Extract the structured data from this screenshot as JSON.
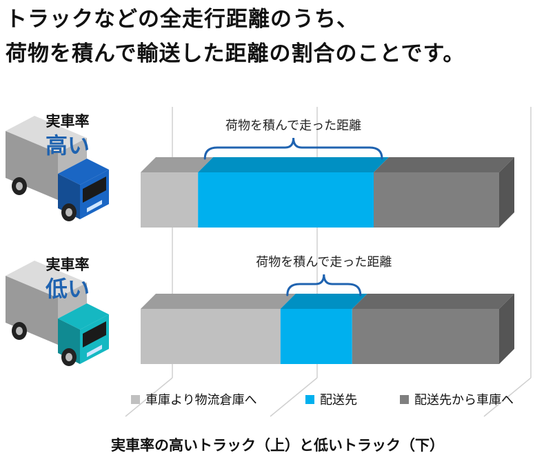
{
  "heading": {
    "line1": "トラックなどの全走行距離のうち、",
    "line2": "荷物を積んで輸送した距離の割合のことです。"
  },
  "caption": "実車率の高いトラック（上）と低いトラック（下）",
  "trucks": [
    {
      "label": "実車率",
      "level": "高い",
      "cab_color": "#1a66c4"
    },
    {
      "label": "実車率",
      "level": "低い",
      "cab_color": "#15b8c2"
    }
  ],
  "chart_data": {
    "type": "bar",
    "orientation": "horizontal-stacked",
    "categories": [
      "高い",
      "低い"
    ],
    "series": [
      {
        "name": "車庫より物流倉庫へ",
        "color": "#c0c0c0",
        "values": [
          16,
          39
        ]
      },
      {
        "name": "配送先",
        "color": "#00b0ee",
        "values": [
          49,
          20
        ]
      },
      {
        "name": "配送先から車庫へ",
        "color": "#7f7f7f",
        "values": [
          35,
          41
        ]
      }
    ],
    "annotations": [
      "荷物を積んで走った距離",
      "荷物を積んで走った距離"
    ],
    "grid": true,
    "legend": "bottom"
  }
}
